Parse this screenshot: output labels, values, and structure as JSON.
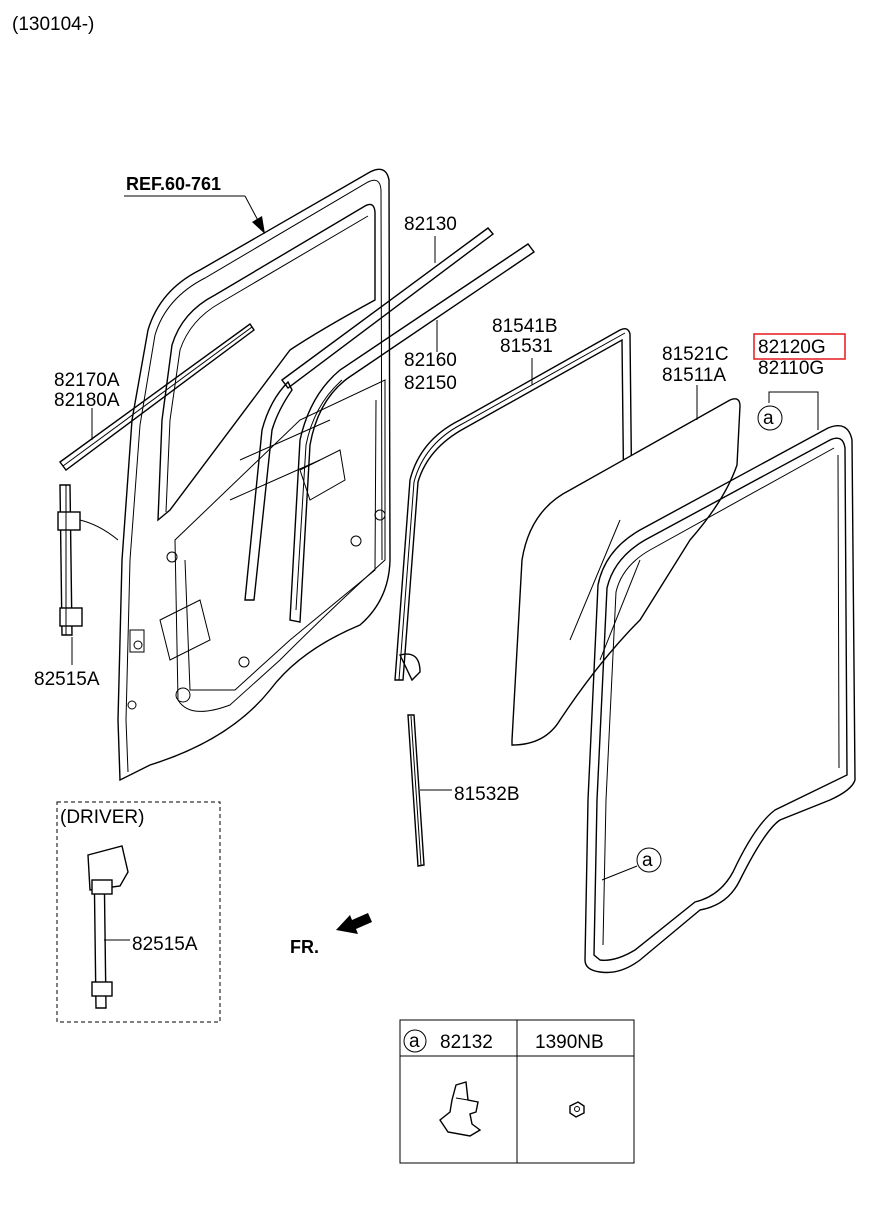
{
  "header": {
    "serial_range": "(130104-)"
  },
  "reference": {
    "label": "REF.60-761"
  },
  "direction": {
    "label": "FR."
  },
  "driver_box": {
    "label": "(DRIVER)",
    "part": "82515A"
  },
  "parts": {
    "p82130": "82130",
    "p82160": "82160",
    "p82150": "82150",
    "p82170A": "82170A",
    "p82180A": "82180A",
    "p82515A": "82515A",
    "p81541B": "81541B",
    "p81531": "81531",
    "p81521C": "81521C",
    "p81511A": "81511A",
    "p82120G": "82120G",
    "p82110G": "82110G",
    "p81532B": "81532B"
  },
  "callout": {
    "marker": "a"
  },
  "highlight": {
    "part": "82120G",
    "color": "#e8262b"
  },
  "legend_table": {
    "marker": "a",
    "col1_part": "82132",
    "col2_part": "1390NB"
  }
}
